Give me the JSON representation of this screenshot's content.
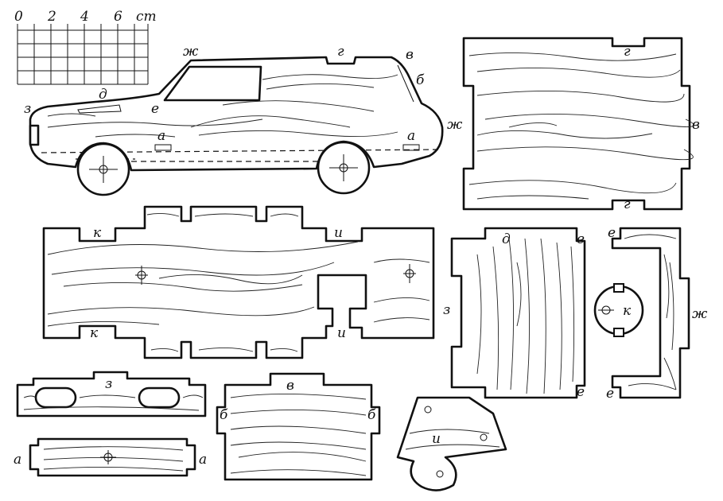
{
  "scale": {
    "ticks": [
      "0",
      "2",
      "4",
      "6"
    ],
    "unit": "cm"
  },
  "labels": {
    "zh": "ж",
    "g": "г",
    "v": "в",
    "b": "б",
    "d": "д",
    "z": "з",
    "e": "е",
    "a": "а",
    "k": "к",
    "i": "и"
  },
  "colors": {
    "ink": "#111111",
    "paper": "#ffffff"
  }
}
